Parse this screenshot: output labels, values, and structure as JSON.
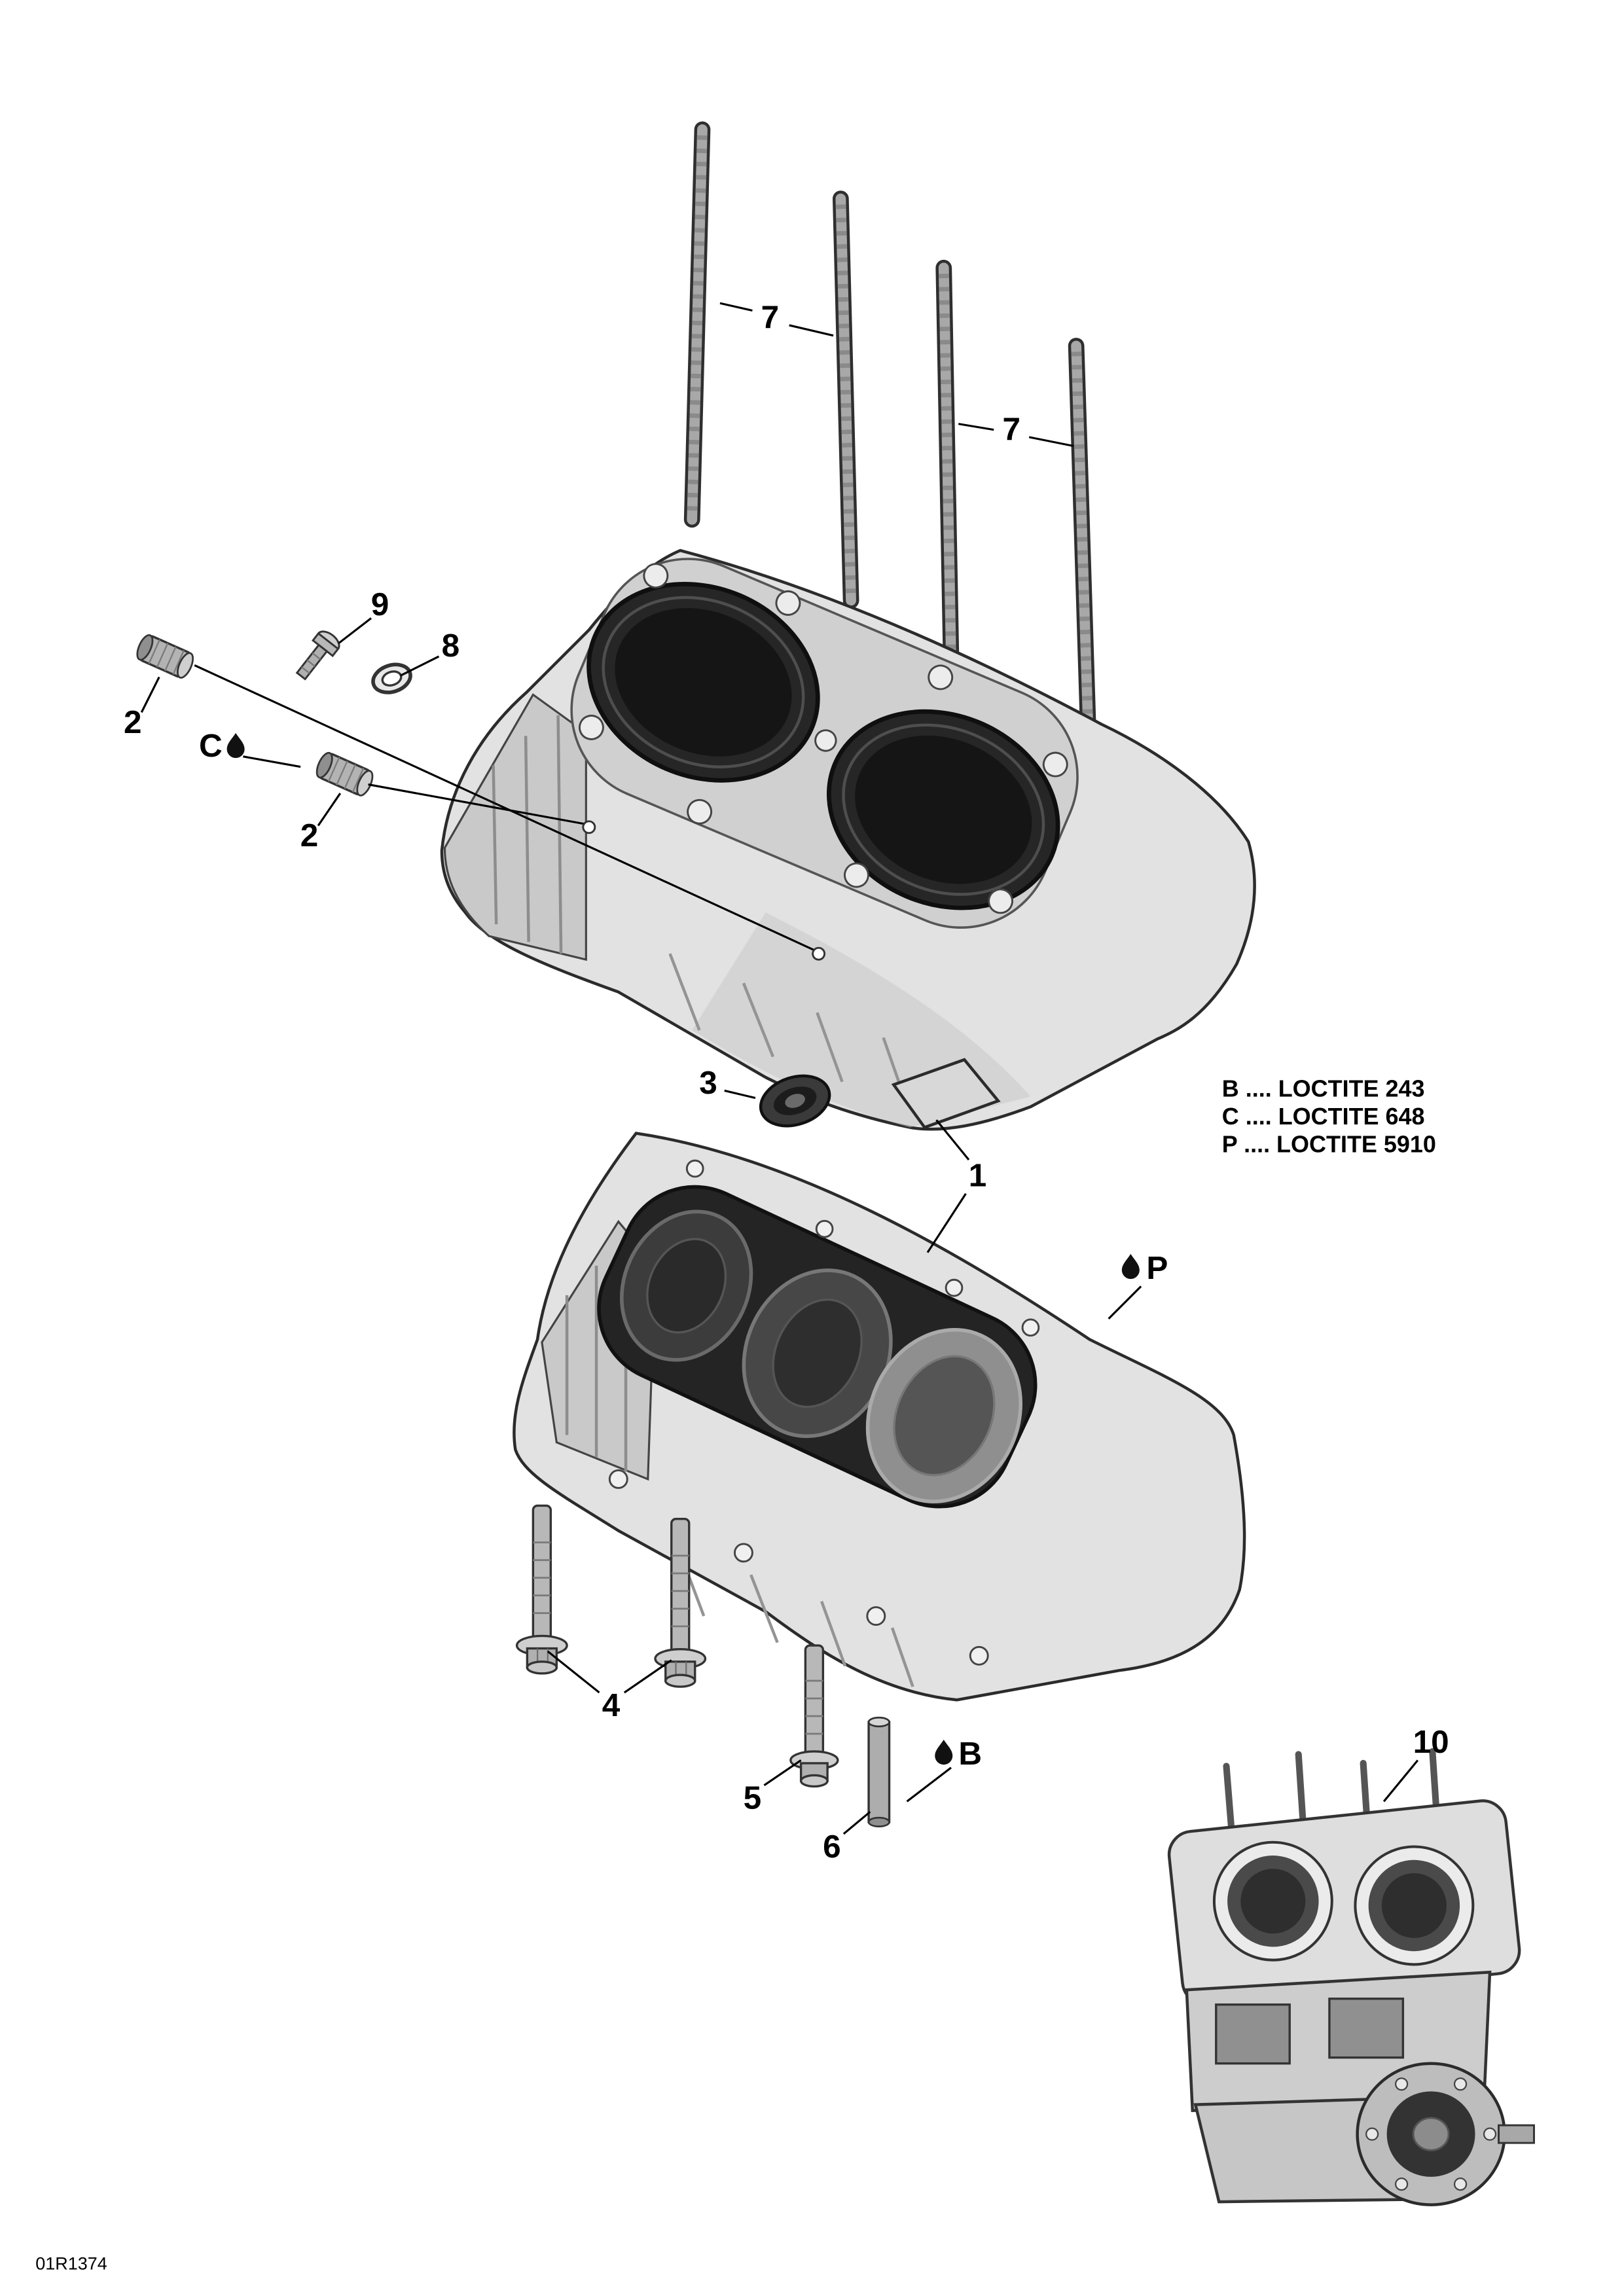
{
  "page": {
    "part_code": "01R1374"
  },
  "callouts": {
    "studs_label_1": "7",
    "studs_label_2": "7",
    "screw": "9",
    "washer": "8",
    "plug_1": "2",
    "plug_2": "2",
    "grommet": "3",
    "halves": "1",
    "bolts_pair": "4",
    "bolt_single": "5",
    "dowel": "6",
    "assembly": "10"
  },
  "loctite_marks": {
    "b": "B",
    "c": "C",
    "p": "P"
  },
  "legend": {
    "line_b": "B .... LOCTITE 243",
    "line_c": "C .... LOCTITE 648",
    "line_p": "P .... LOCTITE 5910"
  },
  "colors": {
    "case_fill": "#e2e2e2",
    "bore_dark": "#262626",
    "metal_mid": "#b5b5b5",
    "line": "#2b2b2b"
  }
}
